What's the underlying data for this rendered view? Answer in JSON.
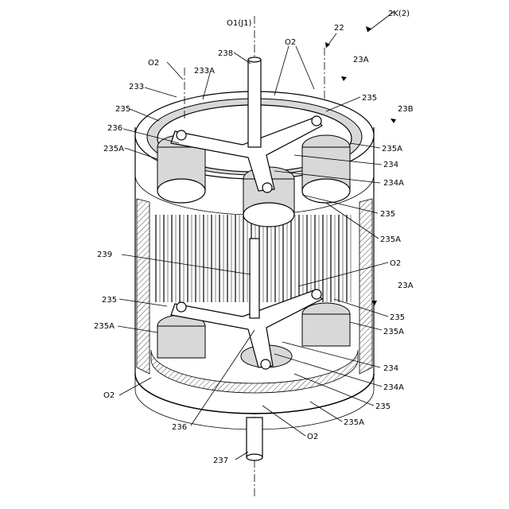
{
  "figure": {
    "labels": {
      "ref_2k": "2K(2)",
      "ref_22": "22",
      "axis_o1": "O1(J1)",
      "o2_top": "O2",
      "o2_top_left": "O2",
      "o2_mid_right": "O2",
      "o2_bottom_left": "O2",
      "o2_bottom": "O2",
      "ref_238": "238",
      "ref_233a": "233A",
      "ref_233": "233",
      "ref_23a_top": "23A",
      "ref_23a_mid": "23A",
      "ref_23b": "23B",
      "ref_235_tl": "235",
      "ref_235_tr": "235",
      "ref_236_top": "236",
      "ref_235a_tl": "235A",
      "ref_235a_tr": "235A",
      "ref_234_top": "234",
      "ref_234a_top": "234A",
      "ref_235_mid": "235",
      "ref_235a_mid": "235A",
      "ref_239": "239",
      "ref_235_ll": "235",
      "ref_235_lr": "235",
      "ref_235a_ll": "235A",
      "ref_235a_lr": "235A",
      "ref_234_bot": "234",
      "ref_234a_bot": "234A",
      "ref_235_bot": "235",
      "ref_235a_bot": "235A",
      "ref_236_bot": "236",
      "ref_237": "237"
    }
  }
}
